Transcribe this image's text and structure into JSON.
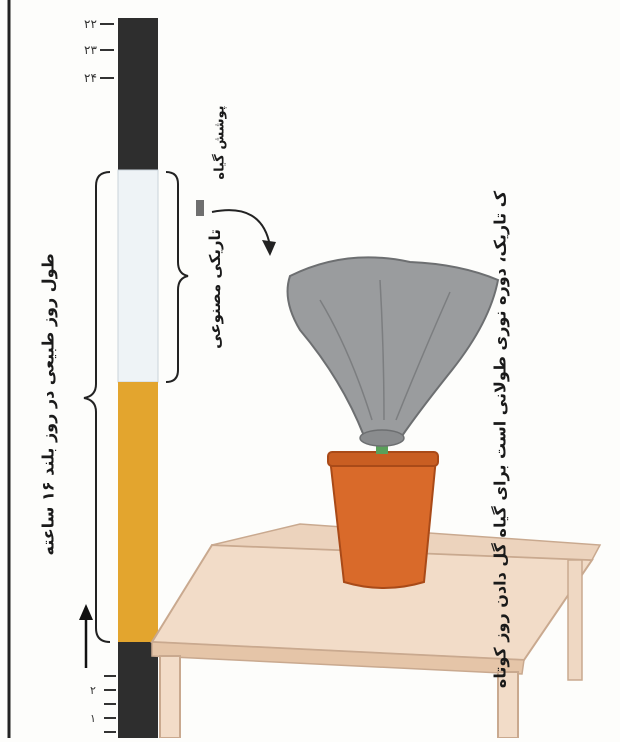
{
  "labels": {
    "day_length": "طول روز طبیعی در روز بلند ۱۶ ساعته",
    "artificial_dark": "تاریکی مصنوعی",
    "plant_cover": "پوشش گیاه",
    "caption_partial": "ک تاریک، دوره نوری طولانی است برای گیاه گل دادن روز کوتاه"
  },
  "scale": {
    "top_ticks": [
      "۲۲",
      "۲۳",
      "۲۴"
    ],
    "bottom_ticks": [
      "۲",
      "۱"
    ]
  },
  "colors": {
    "dark_segment": "#2e2e2e",
    "light_segment": "#eef3f6",
    "day_segment": "#e3a52e",
    "pot": "#d96a2a",
    "cover": "#9a9c9e",
    "table": "#f2dcc8",
    "marker": "#6f6f6f"
  }
}
